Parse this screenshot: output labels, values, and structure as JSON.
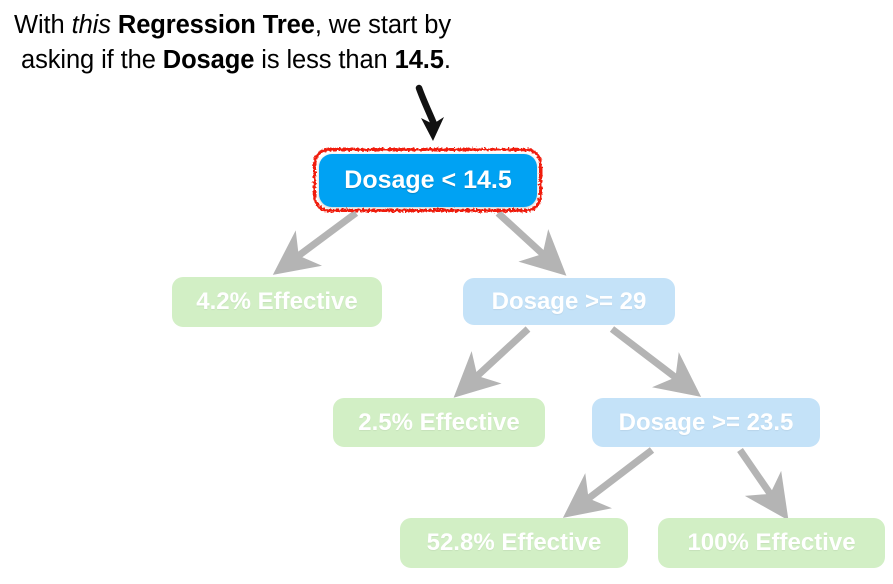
{
  "caption": {
    "line1_pre": "With ",
    "line1_italic": "this",
    "line1_mid": " ",
    "line1_bold": "Regression Tree",
    "line1_post": ", we start by",
    "line2_pre": " asking if the ",
    "line2_bold": "Dosage",
    "line2_mid": " is less than ",
    "line2_bold2": "14.5",
    "line2_post": "."
  },
  "colors": {
    "root_fill": "#00a2f3",
    "root_outline": "#f01d0c",
    "leaf_fill": "#d2efc5",
    "internal_fill": "#c4e2f8",
    "node_text": "#ffffff",
    "edge": "#b4b4b4",
    "pointer_arrow": "#000000",
    "caption_text": "#000000",
    "background": "#ffffff"
  },
  "tree": {
    "root": {
      "label": "Dosage < 14.5"
    },
    "nodes": [
      {
        "id": "n-42",
        "label": "4.2% Effective",
        "kind": "leaf"
      },
      {
        "id": "n-d29",
        "label": "Dosage >= 29",
        "kind": "internal"
      },
      {
        "id": "n-25",
        "label": "2.5% Effective",
        "kind": "leaf"
      },
      {
        "id": "n-d235",
        "label": "Dosage >= 23.5",
        "kind": "internal"
      },
      {
        "id": "n-528",
        "label": "52.8% Effective",
        "kind": "leaf"
      },
      {
        "id": "n-100",
        "label": "100% Effective",
        "kind": "leaf"
      }
    ]
  },
  "annotations": {
    "pointer_arrow_name": "curved-down-arrow"
  }
}
